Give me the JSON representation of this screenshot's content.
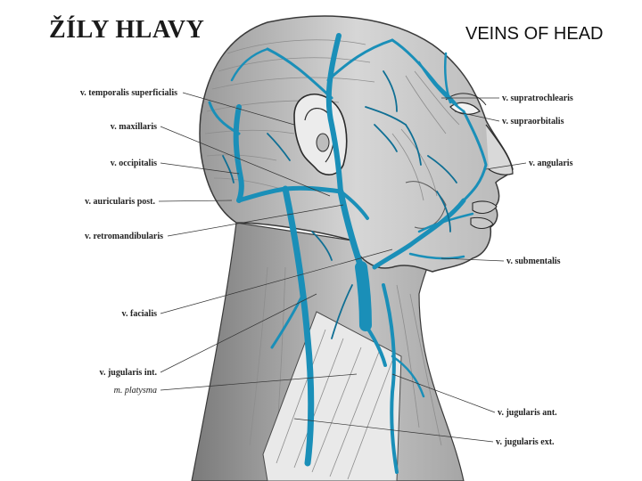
{
  "title_cz": "ŽÍLY HLAVY",
  "title_en": "VEINS OF HEAD",
  "colors": {
    "vein": "#1a8fb8",
    "vein_dark": "#0f6f94",
    "tissue": "#cfcfcf",
    "tissue_dark": "#8a8a8a",
    "outline": "#3a3a3a"
  },
  "labels_left": [
    {
      "id": "temporalis",
      "text": "v. temporalis superficialis"
    },
    {
      "id": "maxillaris",
      "text": "v. maxillaris"
    },
    {
      "id": "occipitalis",
      "text": "v. occipitalis"
    },
    {
      "id": "auricularis",
      "text": "v. auricularis post."
    },
    {
      "id": "retromandibularis",
      "text": "v. retromandibularis"
    },
    {
      "id": "facialis",
      "text": "v. facialis"
    },
    {
      "id": "jugularis_int",
      "text": "v. jugularis int."
    },
    {
      "id": "platysma",
      "text": "m. platysma"
    }
  ],
  "labels_right": [
    {
      "id": "supratrochlearis",
      "text": "v. supratrochlearis"
    },
    {
      "id": "supraorbitalis",
      "text": "v. supraorbitalis"
    },
    {
      "id": "angularis",
      "text": "v. angularis"
    },
    {
      "id": "submentalis",
      "text": "v. submentalis"
    },
    {
      "id": "jugularis_ant",
      "text": "v. jugularis ant."
    },
    {
      "id": "jugularis_ext",
      "text": "v. jugularis ext."
    }
  ]
}
